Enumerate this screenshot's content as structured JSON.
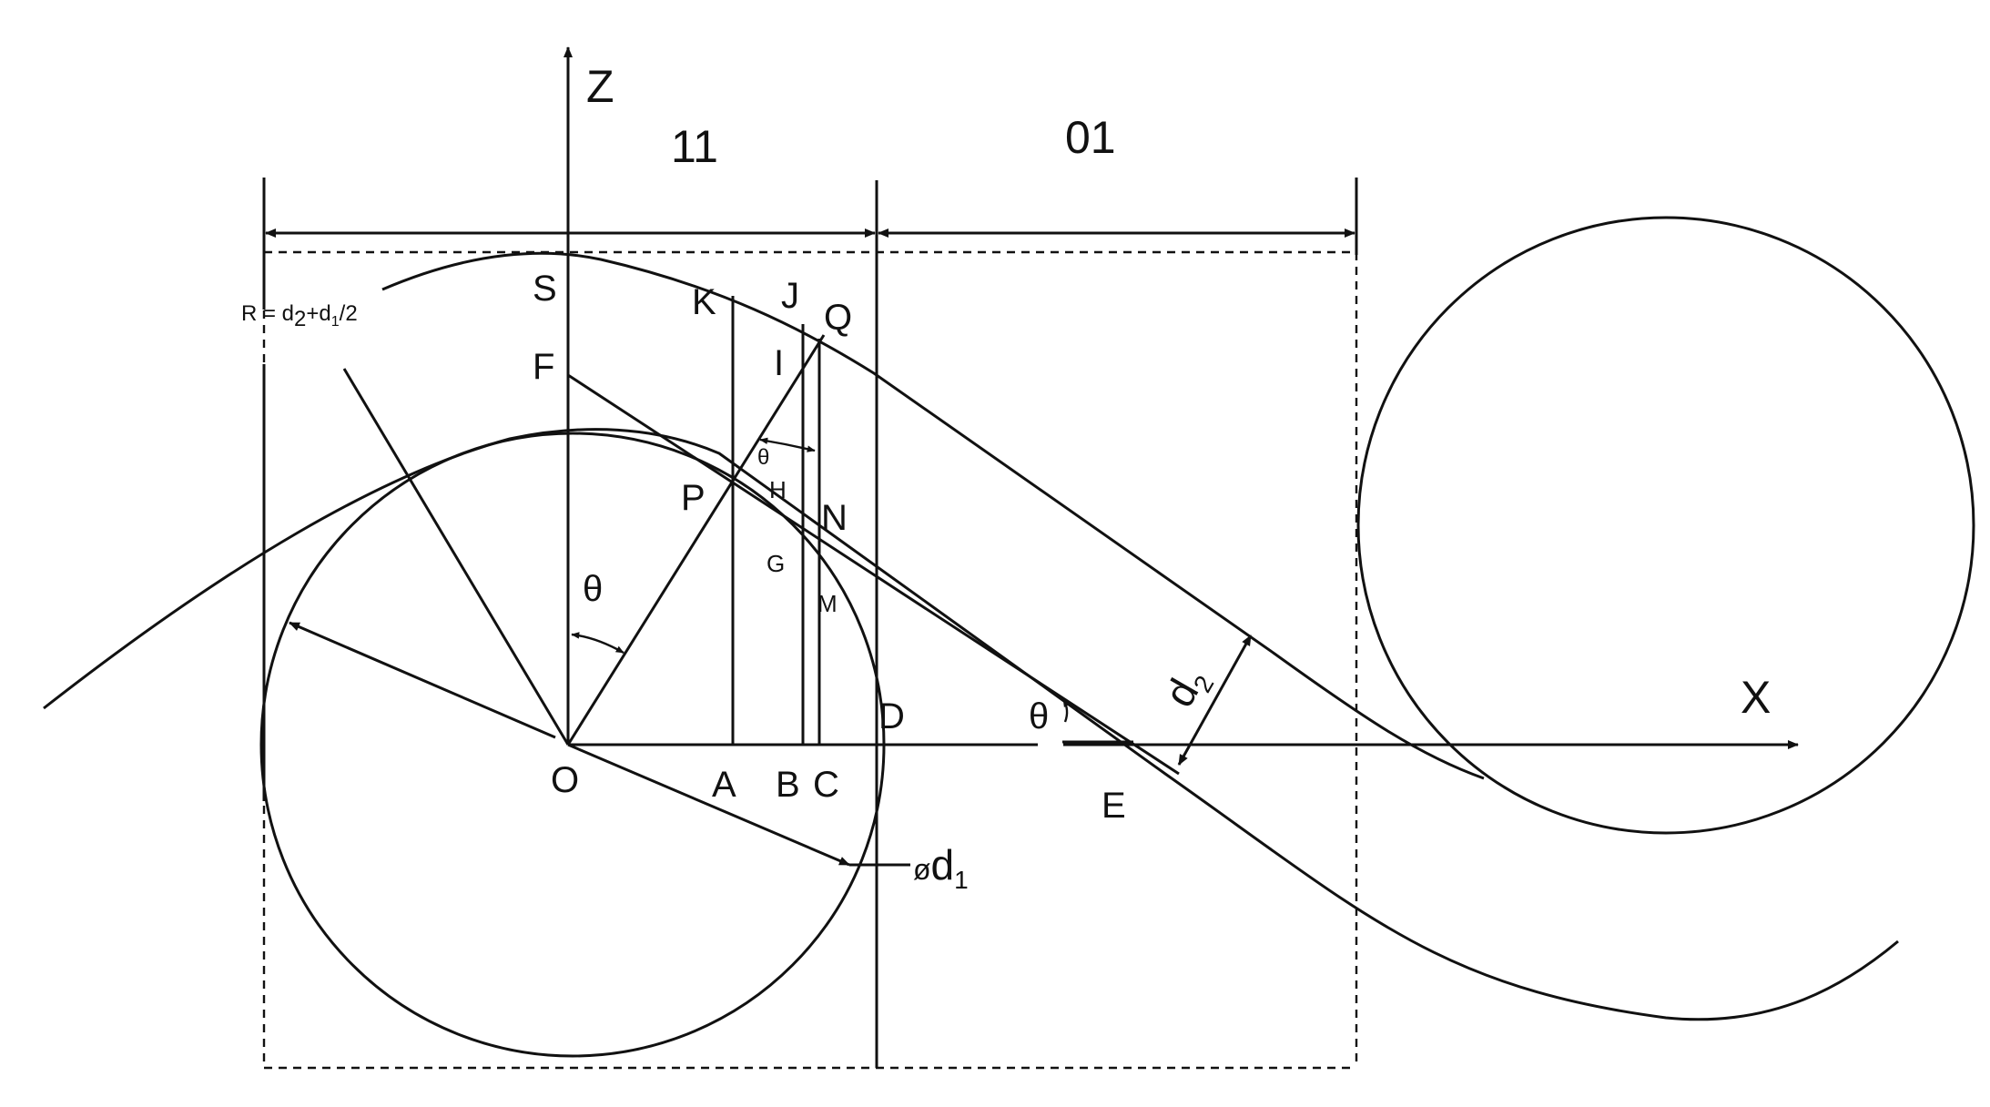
{
  "axes": {
    "z": "Z",
    "x": "X"
  },
  "regions": {
    "left": "11",
    "right": "01"
  },
  "points": {
    "S": "S",
    "K": "K",
    "J": "J",
    "Q": "Q",
    "F": "F",
    "I": "I",
    "P": "P",
    "H": "H",
    "N": "N",
    "G": "G",
    "M": "M",
    "D": "D",
    "O": "O",
    "A": "A",
    "B": "B",
    "C": "C",
    "E": "E"
  },
  "angles": {
    "theta": "θ"
  },
  "annotations": {
    "radius_prefix": "R = d",
    "radius_sub1": "2",
    "radius_mid": "+d",
    "radius_sub2": "1",
    "radius_suffix": "/2",
    "diameter_symbol": "ø",
    "diameter_base": "d",
    "diameter_sub": "1",
    "thickness_base": "d",
    "thickness_sub": "2"
  }
}
